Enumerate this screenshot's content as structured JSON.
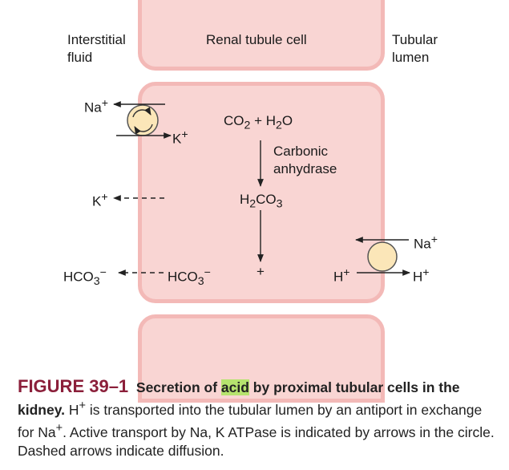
{
  "labels": {
    "interstitial": [
      "Interstitial",
      "fluid"
    ],
    "cell": "Renal tubule cell",
    "lumen": [
      "Tubular",
      "lumen"
    ]
  },
  "reaction": {
    "co2": "CO",
    "co2_sub": "2",
    "plus_h2o": " + H",
    "h2o_sub": "2",
    "h2o_o": "O",
    "enzyme_line1": "Carbonic",
    "enzyme_line2": "anhydrase",
    "h2co3_h": "H",
    "h2co3_sub1": "2",
    "h2co3_co": "CO",
    "h2co3_sub2": "3",
    "plus": "+"
  },
  "ions": {
    "na_left": "Na",
    "na_left_sup": "+",
    "k_right": "K",
    "k_right_sup": "+",
    "k_left": "K",
    "k_left_sup": "+",
    "hco3_left": "HCO",
    "hco3_left_sub": "3",
    "hco3_left_sup": "−",
    "hco3_mid": "HCO",
    "hco3_mid_sub": "3",
    "hco3_mid_sup": "−",
    "h_in": "H",
    "h_in_sup": "+",
    "h_out": "H",
    "h_out_sup": "+",
    "na_right": "Na",
    "na_right_sup": "+"
  },
  "caption": {
    "figure_number": "FIGURE 39–1",
    "title_before": "Secretion of ",
    "title_highlight": "acid",
    "title_after": " by proximal tubular cells in the kidney.",
    "body_1": " H",
    "body_sup_1": "+",
    "body_2": " is transported into the tubular lumen by an antiport in exchange for Na",
    "body_sup_2": "+",
    "body_3": ". Active transport by Na, K ATPase is indicated by arrows in the circle. Dashed arrows indicate diffusion."
  },
  "colors": {
    "cell_fill": "#f9d5d3",
    "cell_border": "#f3b9b7",
    "transporter_fill": "#fbe6b8",
    "figure_number": "#8b1f3a",
    "highlight": "#b6e36e"
  }
}
